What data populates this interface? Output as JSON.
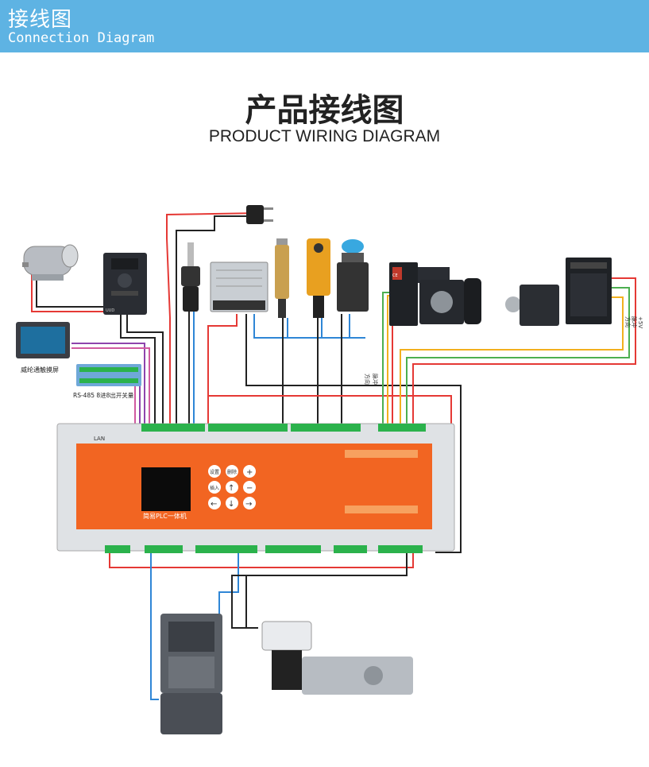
{
  "banner": {
    "title_cn": "接线图",
    "title_en": "Connection Diagram"
  },
  "heading": {
    "title_cn": "产品接线图",
    "title_en": "PRODUCT WIRING DIAGRAM"
  },
  "devices": {
    "touchscreen_label": "威纶通触摸屏",
    "io_board_label": "RS-485 8进8出开关量",
    "vfd_brand": "UUD",
    "servo_driver_brand": "CE"
  },
  "plc": {
    "lan_label": "LAN",
    "brand_text": "简易PLC一体机",
    "keys": [
      "设置",
      "删除",
      "+",
      "插入",
      "−",
      "←",
      "↑",
      "→",
      "↓"
    ]
  },
  "labels": {
    "wire_a": "方向",
    "wire_b": "脉冲",
    "driver_wire_a": "方向",
    "driver_wire_b": "脉冲",
    "driver_wire_c": "+5V"
  },
  "colors": {
    "banner": "#5eb3e3",
    "plc_body": "#f26522",
    "terminal": "#2bb24c",
    "wire_red": "#e53935",
    "wire_black": "#222222",
    "wire_blue": "#2f86d6",
    "wire_green": "#4caf50",
    "wire_yellow": "#f2b01e",
    "wire_purple": "#8e44ad"
  }
}
